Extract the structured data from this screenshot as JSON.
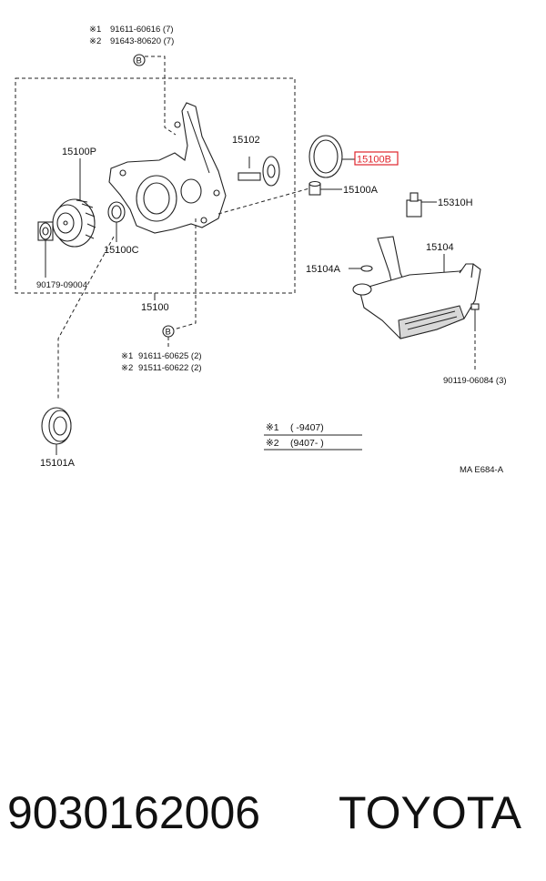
{
  "diagram": {
    "top_notes": {
      "line1_mark": "※1",
      "line1_text": "91611-60616 (7)",
      "line2_mark": "※2",
      "line2_text": "91643-80620 (7)",
      "bolt_symbol": "B"
    },
    "bottom_notes": {
      "line1_mark": "※1",
      "line1_text": "91611-60625 (2)",
      "line2_mark": "※2",
      "line2_text": "91511-60622 (2)",
      "bolt_symbol": "B"
    },
    "legend": {
      "mark1": "※1",
      "range1": "(      -9407)",
      "mark2": "※2",
      "range2": "(9407-       )"
    },
    "parts": {
      "p15100P": "15100P",
      "p15102": "15102",
      "p15100B": "15100B",
      "p15100A": "15100A",
      "p15310H": "15310H",
      "p15104": "15104",
      "p15104A": "15104A",
      "p15100C": "15100C",
      "p90179": "90179-09004",
      "p15100": "15100",
      "p90119": "90119-06084 (3)",
      "p15101A": "15101A"
    },
    "diagram_code": "MA E684-A"
  },
  "footer": {
    "part_number": "9030162006",
    "brand": "TOYOTA"
  },
  "colors": {
    "line": "#222222",
    "highlight": "#e0252d"
  }
}
